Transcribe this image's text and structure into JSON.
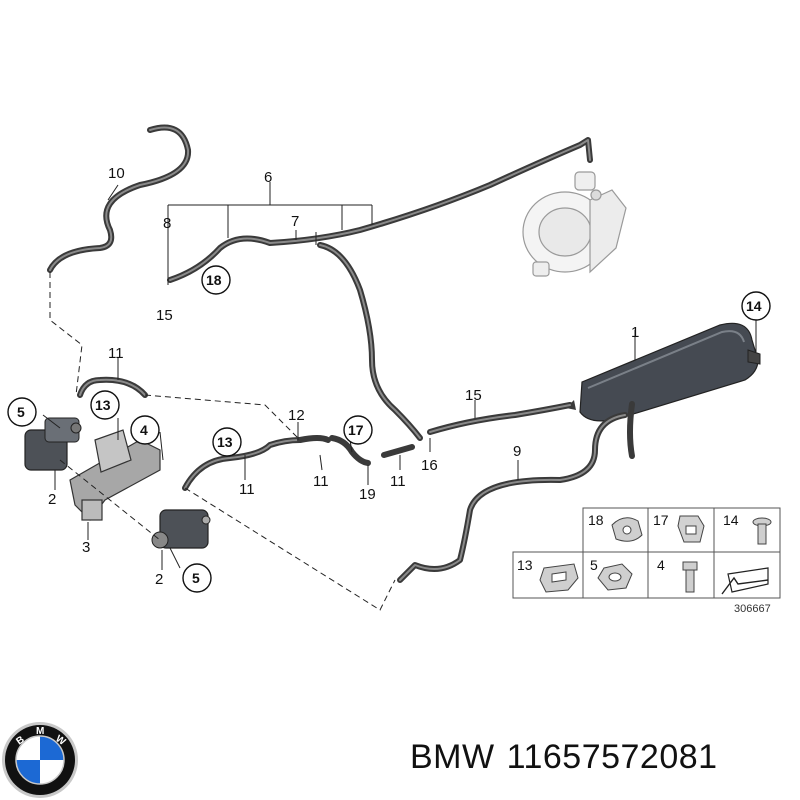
{
  "caption": {
    "brand": "BMW",
    "part_number": "11657572081"
  },
  "ref_number": "306667",
  "brand_logo": {
    "letters": "BMW",
    "colors": {
      "blue": "#1c69d4",
      "ring": "#111111",
      "chrome": "#c8c8c8"
    }
  },
  "callouts": [
    {
      "id": "c-10",
      "text": "10"
    },
    {
      "id": "c-6",
      "text": "6"
    },
    {
      "id": "c-8",
      "text": "8"
    },
    {
      "id": "c-7",
      "text": "7"
    },
    {
      "id": "c-18",
      "text": "18"
    },
    {
      "id": "c-15a",
      "text": "15"
    },
    {
      "id": "c-14",
      "text": "14"
    },
    {
      "id": "c-1",
      "text": "1"
    },
    {
      "id": "c-11a",
      "text": "11"
    },
    {
      "id": "c-5a",
      "text": "5"
    },
    {
      "id": "c-13a",
      "text": "13"
    },
    {
      "id": "c-4",
      "text": "4"
    },
    {
      "id": "c-12",
      "text": "12"
    },
    {
      "id": "c-17",
      "text": "17"
    },
    {
      "id": "c-15b",
      "text": "15"
    },
    {
      "id": "c-13b",
      "text": "13"
    },
    {
      "id": "c-11b",
      "text": "11"
    },
    {
      "id": "c-11c",
      "text": "11"
    },
    {
      "id": "c-19",
      "text": "19"
    },
    {
      "id": "c-11d",
      "text": "11"
    },
    {
      "id": "c-16",
      "text": "16"
    },
    {
      "id": "c-9",
      "text": "9"
    },
    {
      "id": "c-2a",
      "text": "2"
    },
    {
      "id": "c-3",
      "text": "3"
    },
    {
      "id": "c-2b",
      "text": "2"
    },
    {
      "id": "c-5b",
      "text": "5"
    }
  ],
  "legend": [
    {
      "id": "lg-18",
      "text": "18"
    },
    {
      "id": "lg-17",
      "text": "17"
    },
    {
      "id": "lg-14",
      "text": "14"
    },
    {
      "id": "lg-13",
      "text": "13"
    },
    {
      "id": "lg-5",
      "text": "5"
    },
    {
      "id": "lg-4",
      "text": "4"
    }
  ]
}
